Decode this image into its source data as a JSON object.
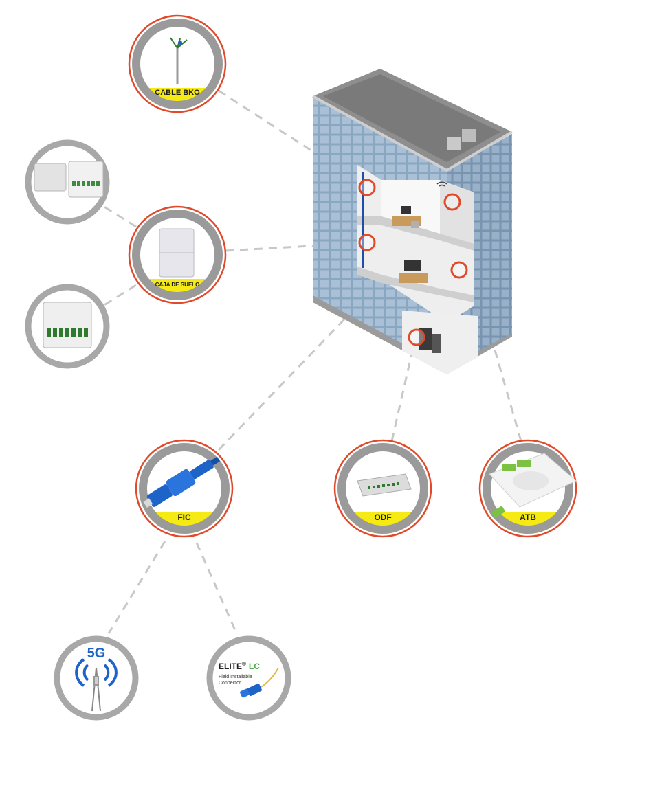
{
  "nodes": {
    "cable_bko": {
      "label": "CABLE BKO"
    },
    "caja_de_suelo": {
      "label": "CAJA DE SUELO"
    },
    "fic": {
      "label": "FIC"
    },
    "odf": {
      "label": "ODF"
    },
    "atb": {
      "label": "ATB"
    },
    "antenna_5g": {
      "label": "5G"
    },
    "elite_lc": {
      "brand": "ELITE",
      "mark": "®",
      "suffix": "LC",
      "line1": "Field Installable",
      "line2": "Connector"
    }
  },
  "colors": {
    "ring_red": "#e04a2a",
    "ring_gray": "#9a9a9a",
    "label_band": "#f5ea14",
    "connector_line": "#c8c8c8",
    "glass_blue": "#7f9fbd",
    "connector_blue": "#1e63c8",
    "accent_green": "#4caf50"
  }
}
